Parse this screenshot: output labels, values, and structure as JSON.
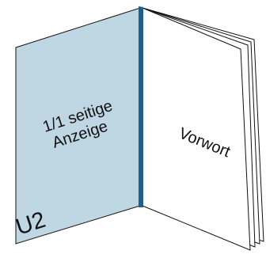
{
  "diagram": {
    "left_page": {
      "text_line_1": "1/1 seitige",
      "text_line_2": "Anzeige",
      "page_label": "U2",
      "fill_color": "#bfd6e3"
    },
    "right_page": {
      "text": "Vorwort",
      "fill_color": "#ffffff"
    },
    "spine_color": "#1e5f8e",
    "outline_color": "#111111"
  }
}
